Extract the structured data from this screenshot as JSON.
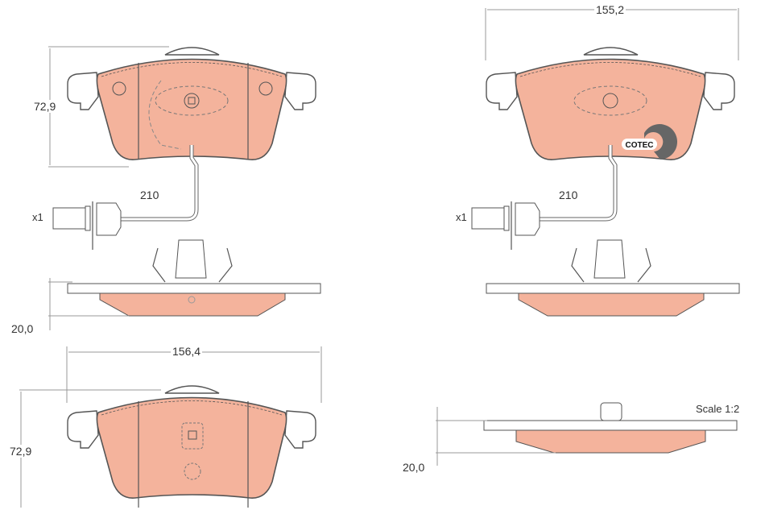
{
  "drawing": {
    "colors": {
      "friction": "#f0a58a",
      "friction_fill": "#f4b39c",
      "outline": "#555555",
      "dim_line": "#999999",
      "text": "#333333"
    },
    "scale_label": "Scale 1:2",
    "pads": [
      {
        "id": "pad-top-left",
        "view": "front",
        "height_label": "72,9",
        "sensor_cable_label": "210",
        "sensor_qty_label": "x1",
        "thickness_label": "20,0",
        "has_clip": true
      },
      {
        "id": "pad-top-right",
        "view": "back",
        "width_label": "155,2",
        "sensor_cable_label": "210",
        "sensor_qty_label": "x1",
        "logo": "COTEC",
        "has_clip": true
      },
      {
        "id": "pad-bottom-left",
        "view": "front",
        "width_label": "156,4",
        "height_label": "72,9"
      },
      {
        "id": "pad-bottom-right",
        "view": "side",
        "thickness_label": "20,0"
      }
    ]
  }
}
